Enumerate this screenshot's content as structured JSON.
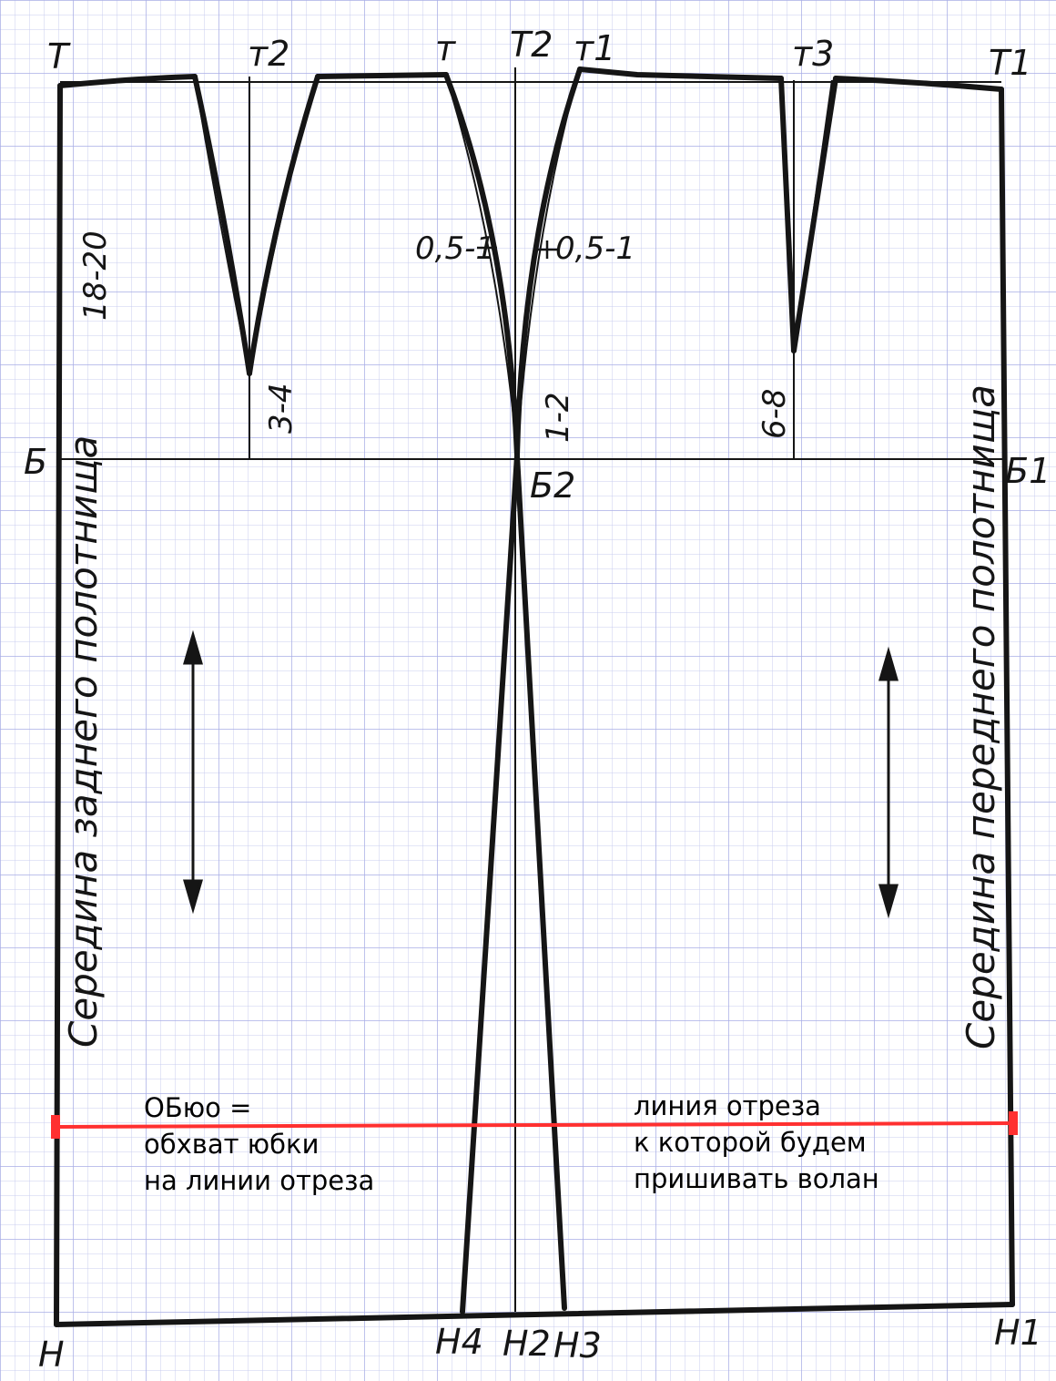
{
  "colors": {
    "paper": "#ffffff",
    "grid": "#c9ccef",
    "grid_major": "#a9aee6",
    "ink": "#151515",
    "cut_line": "#ff3030"
  },
  "points": {
    "T": "Т",
    "T1": "Т1",
    "T2": "Т2",
    "t": "т",
    "t1": "т1",
    "t2": "т2",
    "t3": "т3",
    "B": "Б",
    "B1": "Б1",
    "B2": "Б2",
    "N": "Н",
    "N1": "Н1",
    "N2": "Н2",
    "N3": "Н3",
    "N4": "Н4"
  },
  "dimensions": {
    "hip_depth": "18-20",
    "back_dart": "3-4",
    "side_shift": "1-2",
    "front_dart": "6-8",
    "back_side_curve": "0,5-1",
    "front_side_curve": "0,5-1"
  },
  "side_labels": {
    "back_center": "Середина заднего полотнища",
    "front_center": "Середина переднего полотнища"
  },
  "notes": {
    "left": [
      "ОБюо =",
      "обхват юбки",
      "на линии отреза"
    ],
    "right": [
      "линия отреза",
      "к которой будем",
      "пришивать волан"
    ]
  }
}
